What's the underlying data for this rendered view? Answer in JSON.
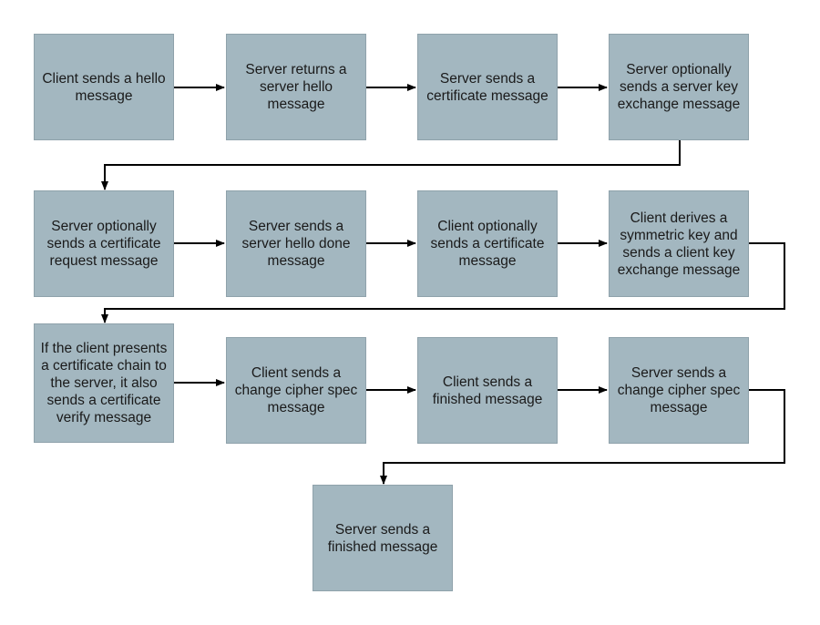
{
  "steps": [
    "Client sends a hello message",
    "Server returns a server hello message",
    "Server sends a certificate message",
    "Server optionally sends a server key exchange message",
    "Server optionally sends a certificate request message",
    "Server sends a server hello done message",
    "Client optionally sends a certificate message",
    "Client derives a symmetric key and sends a client key exchange message",
    "If the client presents a certificate chain to the server, it also sends a certificate verify message",
    "Client sends a change cipher spec message",
    "Client sends a finished message",
    "Server sends a change cipher spec message",
    "Server sends a finished message"
  ],
  "colors": {
    "box_fill": "#a3b7c0",
    "connector": "#000000"
  }
}
